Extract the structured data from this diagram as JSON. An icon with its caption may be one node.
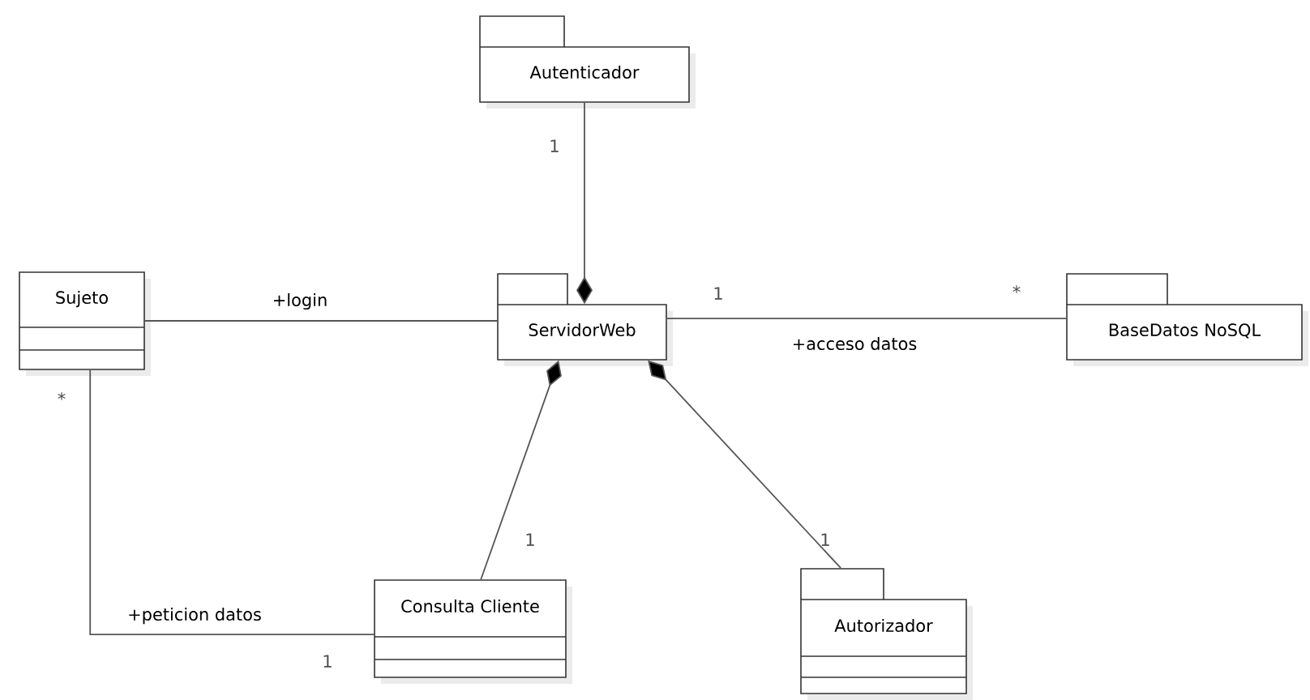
{
  "diagram": {
    "nodes": [
      {
        "text": [
          "Autenticador"
        ]
      },
      {
        "text": [
          "Sujeto"
        ]
      },
      {
        "text": [
          "ServidorWeb"
        ]
      },
      {
        "text": [
          "BaseDatos NoSQL"
        ]
      },
      {
        "text": [
          "Consulta Cliente"
        ]
      },
      {
        "text": [
          "Autorizador"
        ]
      }
    ],
    "edges": [
      {
        "from": 0,
        "to": 2,
        "arrow": "other"
      },
      {
        "from": 1,
        "to": 2,
        "arrow": "none",
        "label": "+login"
      },
      {
        "from": 2,
        "to": 3,
        "arrow": "none",
        "label": "+acceso datos"
      },
      {
        "from": 4,
        "to": 2,
        "arrow": "other"
      },
      {
        "from": 5,
        "to": 2,
        "arrow": "other"
      },
      {
        "from": 1,
        "to": 4,
        "arrow": "none",
        "label": "+peticion datos"
      }
    ],
    "labels": [
      "1",
      "1",
      "*",
      "*",
      "1",
      "1",
      "1"
    ]
  }
}
